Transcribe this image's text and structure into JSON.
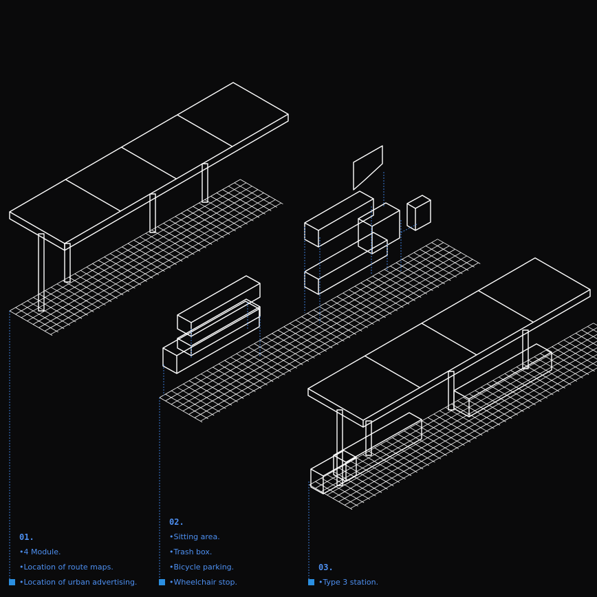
{
  "legend": [
    {
      "number": "01.",
      "items": [
        "•4 Module.",
        "•Location of route maps.",
        "•Location of urban advertising."
      ]
    },
    {
      "number": "02.",
      "items": [
        "•Sitting area.",
        "•Trash box.",
        "•Bicycle parking.",
        "•Wheelchair stop."
      ]
    },
    {
      "number": "03.",
      "items": [
        "•Type 3 station."
      ]
    }
  ],
  "colors": {
    "background": "#0a0a0b",
    "line": "#ffffff",
    "accent": "#3a7bd5",
    "marker": "#2b8fe0"
  }
}
